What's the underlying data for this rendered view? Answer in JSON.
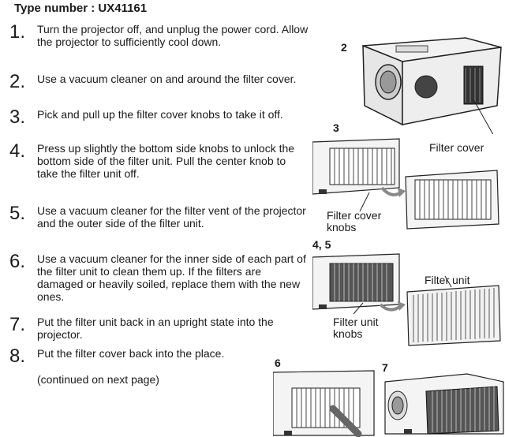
{
  "doc": {
    "title": "Type number : UX41161",
    "steps": [
      {
        "num": "1.",
        "text": "Turn the projector off, and unplug the power cord. Allow the projector to sufficiently cool down."
      },
      {
        "num": "2.",
        "text": "Use a vacuum cleaner on and around the filter cover."
      },
      {
        "num": "3.",
        "text": "Pick and pull up the filter cover knobs to take it off."
      },
      {
        "num": "4.",
        "text": "Press up slightly the bottom side knobs to unlock the bottom side of the filter unit. Pull the center knob to take the filter unit off."
      },
      {
        "num": "5.",
        "text": "Use a vacuum cleaner for the filter vent of the projector and the outer side of the filter unit."
      },
      {
        "num": "6.",
        "text": "Use a vacuum cleaner for the inner side of each part of the filter unit to clean them up. If the filters are damaged or heavily soiled, replace them with the new ones."
      },
      {
        "num": "7.",
        "text": "Put the filter unit back in an upright state into the projector."
      },
      {
        "num": "8.",
        "text": "Put the filter cover back into the place."
      }
    ],
    "continued": "(continued on next page)"
  },
  "figures": {
    "fig2_label": "2",
    "fig3_label": "3",
    "fig45_label": "4, 5",
    "fig6_label": "6",
    "fig7_label": "7",
    "filter_cover": "Filter cover",
    "filter_cover_knobs_1": "Filter cover",
    "filter_cover_knobs_2": "knobs",
    "filter_unit": "Filter unit",
    "filter_unit_knobs_1": "Filter unit",
    "filter_unit_knobs_2": "knobs"
  }
}
